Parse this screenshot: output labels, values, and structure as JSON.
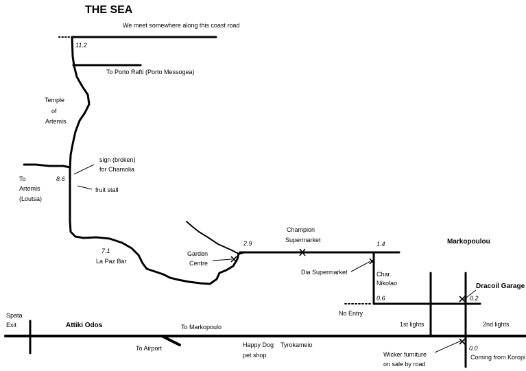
{
  "map": {
    "title": "THE SEA",
    "coast_road": "We meet somewhere along this coast road",
    "porto_rafti": "To Porto Rafti (Porto Messogea)",
    "temple": [
      "Temple",
      "of",
      "Artemis"
    ],
    "sign": [
      "sign (broken)",
      "for Chamolia"
    ],
    "fruit_stall": "fruit stall",
    "to_artemis": [
      "To",
      "Artemis",
      "(Loutsa)"
    ],
    "la_paz": "La Paz Bar",
    "garden_centre": [
      "Garden",
      "Centre"
    ],
    "champion": [
      "Champion",
      "Supermarket"
    ],
    "markopoulou": "Markopoulou",
    "dia": "Dia Supermarket",
    "char_nikolao": [
      "Char.",
      "Nikolao"
    ],
    "dracoil": "Dracoil Garage",
    "no_entry": "No Entry",
    "first_lights": "1st lights",
    "second_lights": "2nd lights",
    "spata": [
      "Spata",
      "Exit"
    ],
    "attiki": "Attiki Odos",
    "to_markopoulo": "To Markopoulo",
    "to_airport": "To Airport",
    "happy_dog": [
      "Happy Dog",
      "pet shop"
    ],
    "tyrokameio": "Tyrokameio",
    "wicker": [
      "Wicker furniture",
      "on sale by road"
    ],
    "koropi": "Coming from Koropi",
    "distances": {
      "d112": "11.2",
      "d86": "8.6",
      "d71": "7.1",
      "d29": "2.9",
      "d14": "1.4",
      "d06": "0.6",
      "d02": "0.2",
      "d00": "0.0"
    }
  }
}
